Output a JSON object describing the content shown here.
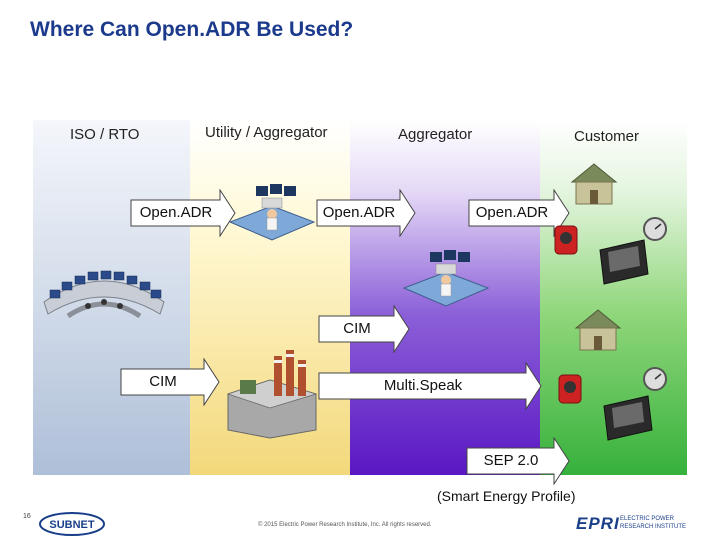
{
  "slide": {
    "title": "Where Can Open.ADR Be Used?",
    "columns": {
      "iso": "ISO / RTO",
      "utility": "Utility / Aggregator",
      "aggregator": "Aggregator",
      "customer": "Customer"
    },
    "arrows": {
      "openadr_1": "Open.ADR",
      "openadr_2": "Open.ADR",
      "openadr_3": "Open.ADR",
      "cim_upper": "CIM",
      "cim_lower": "CIM",
      "multispeak": "Multi.Speak",
      "sep": "SEP 2.0"
    },
    "sep_caption": "(Smart Energy Profile)",
    "colors": {
      "title": "#1b3a8c",
      "iso_column": "#aebfd8",
      "utility_column": "#f3d87a",
      "aggregator_column": "#5a17c3",
      "customer_column": "#36b13c"
    }
  },
  "footer": {
    "page_number": "16",
    "copyright": "© 2015 Electric Power Research Institute, Inc. All rights reserved.",
    "left_logo": "SUBNET",
    "right_logo": "EPRI",
    "right_logo_caption_1": "ELECTRIC POWER",
    "right_logo_caption_2": "RESEARCH INSTITUTE"
  }
}
